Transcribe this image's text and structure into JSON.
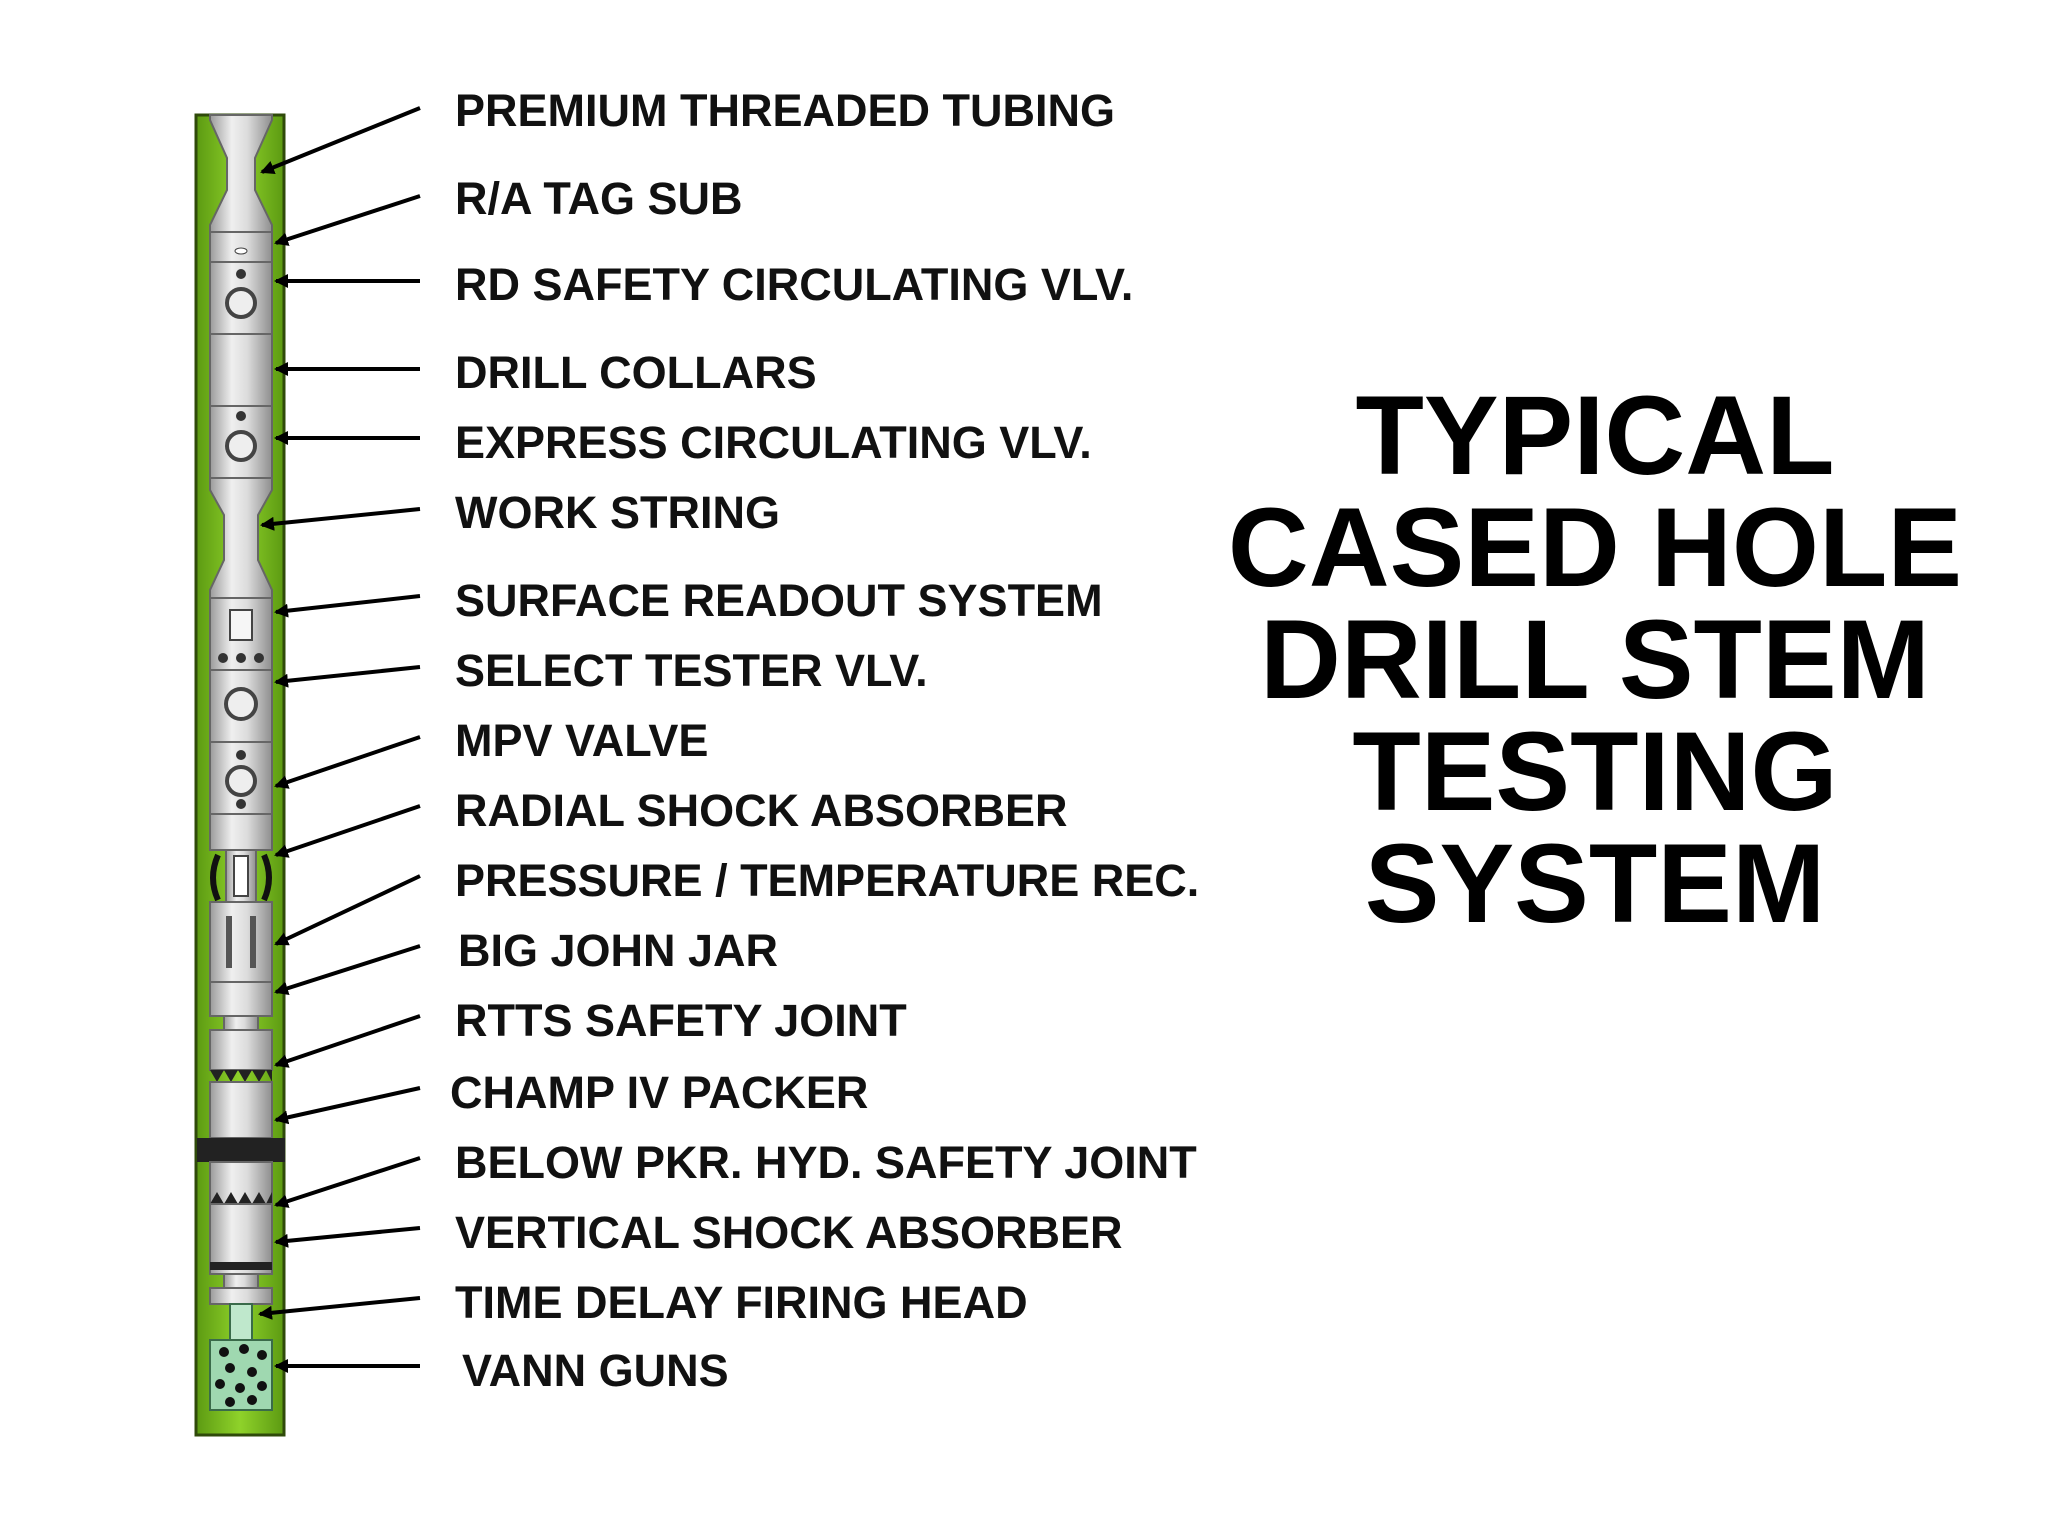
{
  "title_lines": [
    "TYPICAL",
    "CASED HOLE",
    "DRILL STEM",
    "TESTING",
    "SYSTEM"
  ],
  "labels": [
    "PREMIUM THREADED TUBING",
    "R/A TAG SUB",
    "RD SAFETY CIRCULATING VLV.",
    "DRILL COLLARS",
    "EXPRESS CIRCULATING VLV.",
    "WORK STRING",
    "SURFACE READOUT SYSTEM",
    "SELECT TESTER VLV.",
    "MPV VALVE",
    "RADIAL SHOCK ABSORBER",
    "PRESSURE / TEMPERATURE REC.",
    "BIG JOHN JAR",
    "RTTS SAFETY JOINT",
    "CHAMP IV PACKER",
    "BELOW PKR. HYD. SAFETY JOINT",
    "VERTICAL SHOCK ABSORBER",
    "TIME DELAY FIRING HEAD",
    "VANN GUNS"
  ],
  "colors": {
    "casing": "#7dc21e",
    "tool": "#cfcfcf",
    "gun": "#9fd8b0",
    "packer": "#222222"
  }
}
